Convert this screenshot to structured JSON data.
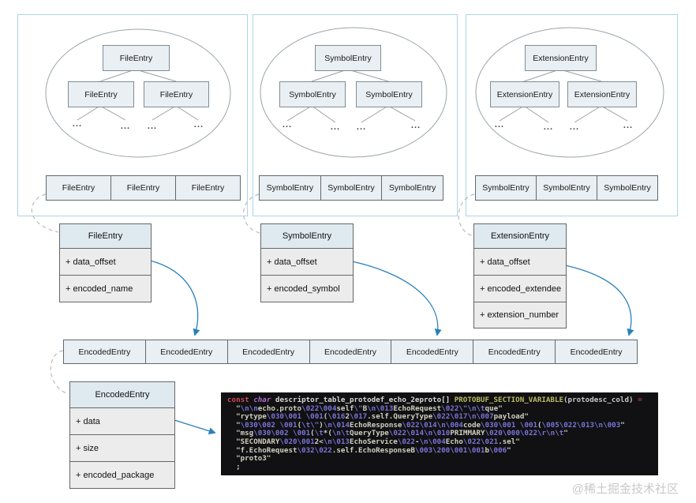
{
  "dots": "...",
  "panels": [
    {
      "entry": "FileEntry",
      "array": [
        "FileEntry",
        "FileEntry",
        "FileEntry"
      ]
    },
    {
      "entry": "SymbolEntry",
      "array": [
        "SymbolEntry",
        "SymbolEntry",
        "SymbolEntry"
      ]
    },
    {
      "entry": "ExtensionEntry",
      "array": [
        "SymbolEntry",
        "SymbolEntry",
        "SymbolEntry"
      ]
    }
  ],
  "classes": [
    {
      "title": "FileEntry",
      "fields": [
        "+ data_offset",
        "+ encoded_name"
      ]
    },
    {
      "title": "SymbolEntry",
      "fields": [
        "+ data_offset",
        "+ encoded_symbol"
      ]
    },
    {
      "title": "ExtensionEntry",
      "fields": [
        "+ data_offset",
        "+ encoded_extendee",
        "+ extension_number"
      ]
    }
  ],
  "encoded_row": [
    "EncodedEntry",
    "EncodedEntry",
    "EncodedEntry",
    "EncodedEntry",
    "EncodedEntry",
    "EncodedEntry",
    "EncodedEntry"
  ],
  "encoded_class": {
    "title": "EncodedEntry",
    "fields": [
      "+ data",
      "+ size",
      "+ encoded_package"
    ]
  },
  "code": {
    "lines": [
      [
        {
          "c": "kw",
          "t": "const"
        },
        {
          "c": "pl",
          "t": " "
        },
        {
          "c": "ty",
          "t": "char"
        },
        {
          "c": "pl",
          "t": " "
        },
        {
          "c": "id",
          "t": "descriptor_table_protodef_echo_2eproto[]"
        },
        {
          "c": "pl",
          "t": " "
        },
        {
          "c": "mc",
          "t": "PROTOBUF_SECTION_VARIABLE"
        },
        {
          "c": "pl",
          "t": "(protodesc_cold)"
        },
        {
          "c": "op",
          "t": " ="
        }
      ],
      [
        {
          "c": "str",
          "t": "  \"\\n\\necho.proto\\022\\004self\\\"B\\n\\013EchoRequest\\022\\\"\\n\\tque\""
        }
      ],
      [
        {
          "c": "str",
          "t": "  \"rytype\\030\\001 \\001(\\0162\\017.self.QueryType\\022\\017\\n\\007payload\""
        }
      ],
      [
        {
          "c": "str",
          "t": "  \"\\030\\002 \\001(\\t\\\")\\n\\014EchoResponse\\022\\014\\n\\004code\\030\\001 \\001(\\005\\022\\013\\n\\003\""
        }
      ],
      [
        {
          "c": "str",
          "t": "  \"msg\\030\\002 \\001(\\t*(\\n\\tQueryType\\022\\014\\n\\010PRIMMARY\\020\\000\\022\\r\\n\\t\""
        }
      ],
      [
        {
          "c": "str",
          "t": "  \"SECONDARY\\020\\0012<\\n\\013EchoService\\022-\\n\\004Echo\\022\\021.sel\""
        }
      ],
      [
        {
          "c": "str",
          "t": "  \"f.EchoRequest\\032\\022.self.EchoResponseB\\003\\200\\001\\001b\\006\""
        }
      ],
      [
        {
          "c": "str",
          "t": "  \"proto3\""
        }
      ],
      [
        {
          "c": "pl",
          "t": "  ;"
        }
      ]
    ]
  },
  "watermark": "@稀土掘金技术社区",
  "colors": {
    "panel_border": "#aed3e3",
    "arrow_blue": "#2980b9",
    "dashed_gray": "#bbbbbb",
    "code_bg": "#111113"
  }
}
